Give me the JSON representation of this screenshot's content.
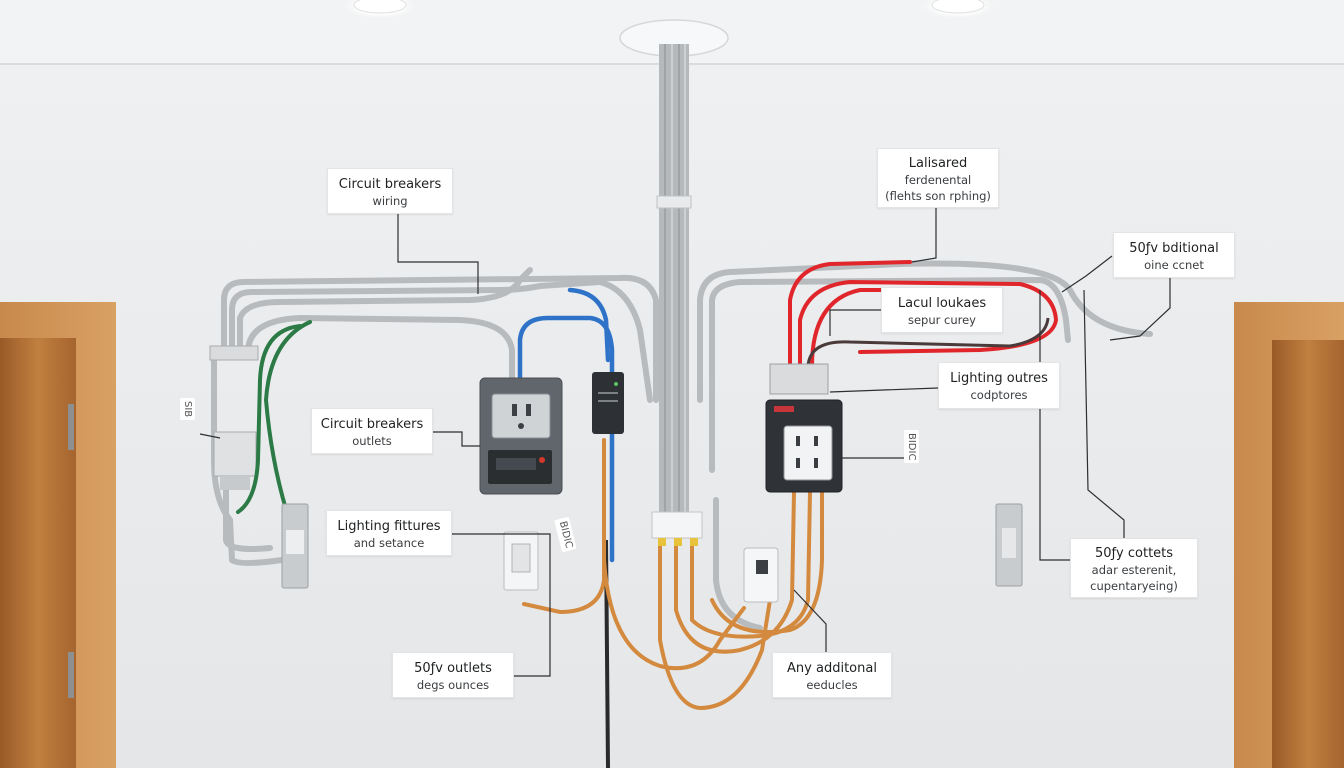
{
  "labels": {
    "circuit_breakers_wiring": {
      "line1": "Circuit breakers",
      "line2": "wiring"
    },
    "circuit_breakers_outlets": {
      "line1": "Circuit breakers",
      "line2": "outlets"
    },
    "lighting_fixtures": {
      "line1": "Lighting fittures",
      "line2": "and setance"
    },
    "outlets_left": {
      "line1": "50ƒv outlets",
      "line2": "degs ounces"
    },
    "lalisared": {
      "line1": "Lalisared",
      "line2": "ferdenental",
      "line3": "(flehts son rphing)"
    },
    "bditional": {
      "line1": "50ƒv bditional",
      "line2": "oine ccnet"
    },
    "lacul_loukes": {
      "line1": "Lacul loukaes",
      "line2": "sepur curey"
    },
    "lighting_outres": {
      "line1": "Lighting outres",
      "line2": "codptores"
    },
    "cottets": {
      "line1": "50ƒy cottets",
      "line2": "adar esterenit,",
      "line3": "cupentaryeing)"
    },
    "any_additonal": {
      "line1": "Any additonal",
      "line2": "eeducles"
    }
  },
  "tags": {
    "left_conduit": "SIB",
    "left_outlet": "BIDIC",
    "right_box": "BIDIC"
  },
  "colors": {
    "wall": "#eceef0",
    "ceiling": "#f3f4f5",
    "conduit_gray": "#b9bcbf",
    "wire_blue": "#2f73c9",
    "wire_red": "#e0262b",
    "wire_orange": "#d48a3e",
    "wire_green": "#2c7a45",
    "wire_black": "#2a2a2a",
    "door_wood": "#b7723a"
  }
}
